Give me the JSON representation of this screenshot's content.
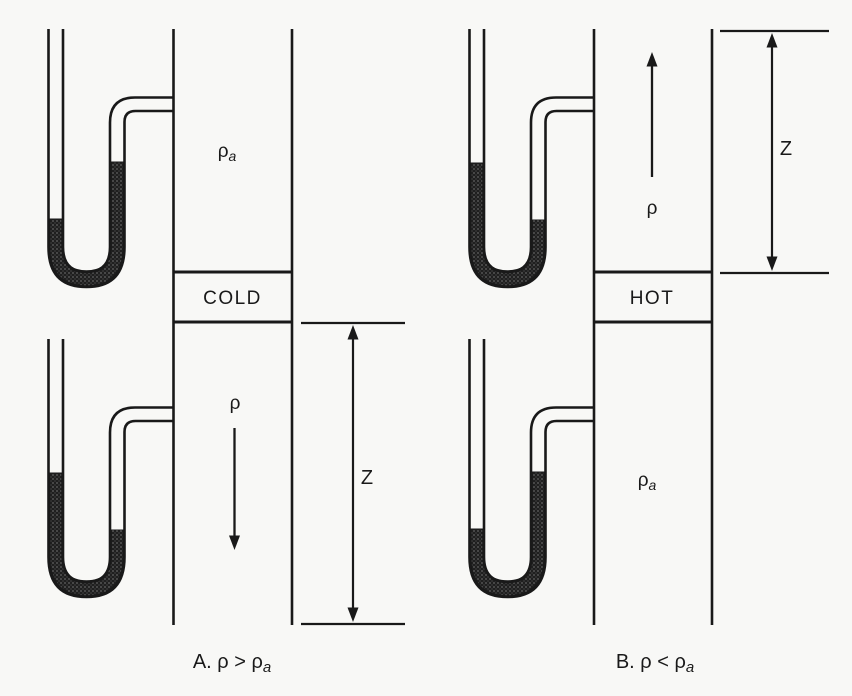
{
  "figure": {
    "background_color": "#f8f8f6",
    "ink_color": "#191919",
    "fluid_texture": "stippled-dark-manometer-liquid",
    "diagram_a": {
      "ambient_label": {
        "symbol": "ρ",
        "sub": "a"
      },
      "box_label": "COLD",
      "flow_label": "ρ",
      "flow_direction": "down",
      "z_label": "Z",
      "caption": {
        "main": "A. ρ > ρ",
        "sub": "a"
      }
    },
    "diagram_b": {
      "flow_label": "ρ",
      "flow_direction": "up",
      "box_label": "HOT",
      "ambient_label": {
        "symbol": "ρ",
        "sub": "a"
      },
      "z_label": "Z",
      "caption": {
        "main": "B. ρ < ρ",
        "sub": "a"
      }
    }
  }
}
